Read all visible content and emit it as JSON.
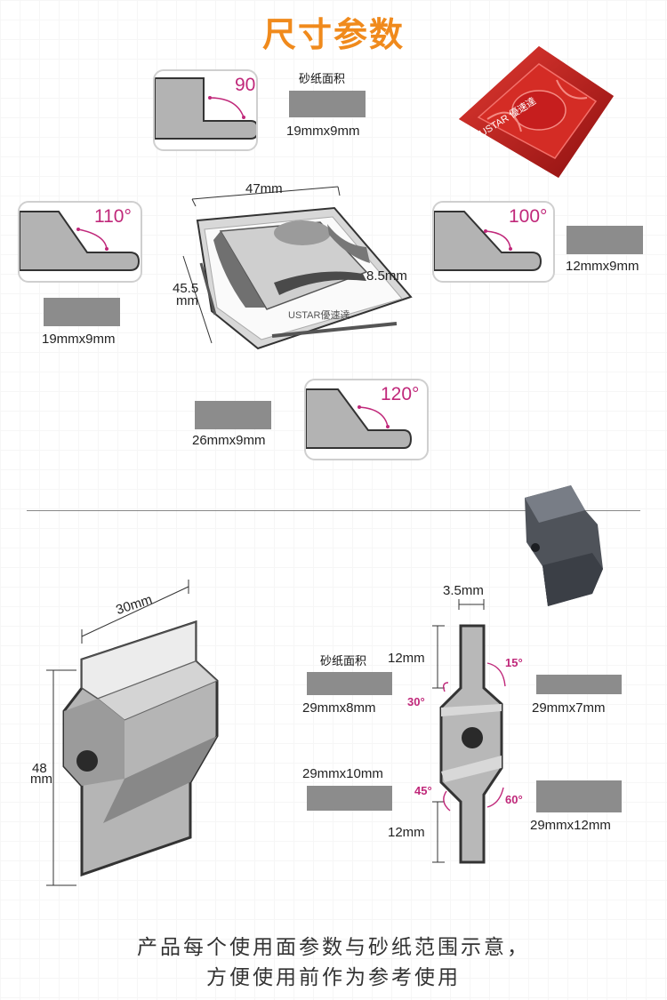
{
  "title": "尺寸参数",
  "sandpaper_area_label": "砂纸面积",
  "top": {
    "angles": [
      "90°",
      "110°",
      "100°",
      "120°"
    ],
    "sizes": [
      "19mmx9mm",
      "19mmx9mm",
      "12mmx9mm",
      "26mmx9mm"
    ],
    "dims": {
      "width": "47mm",
      "depth_num": "45.5",
      "depth_unit": "mm",
      "height": "8.5mm"
    },
    "brand": "USTAR|優速達"
  },
  "bottom": {
    "dims": {
      "width": "30mm",
      "height_num": "48",
      "height_unit": "mm",
      "thickness": "3.5mm",
      "top_len": "12mm",
      "bottom_len": "12mm"
    },
    "angles": [
      "15°",
      "30°",
      "45°",
      "60°"
    ],
    "sizes": [
      "29mmx8mm",
      "29mmx7mm",
      "29mmx10mm",
      "29mmx12mm"
    ]
  },
  "footer": [
    "产品每个使用面参数与砂纸范围示意，",
    "方便使用前作为参考使用"
  ],
  "colors": {
    "accent": "#f08a1c",
    "angle": "#c0287a",
    "swatch": "#8c8c8c",
    "product_red": "#c8201e",
    "product_gray": "#5b5f66"
  }
}
